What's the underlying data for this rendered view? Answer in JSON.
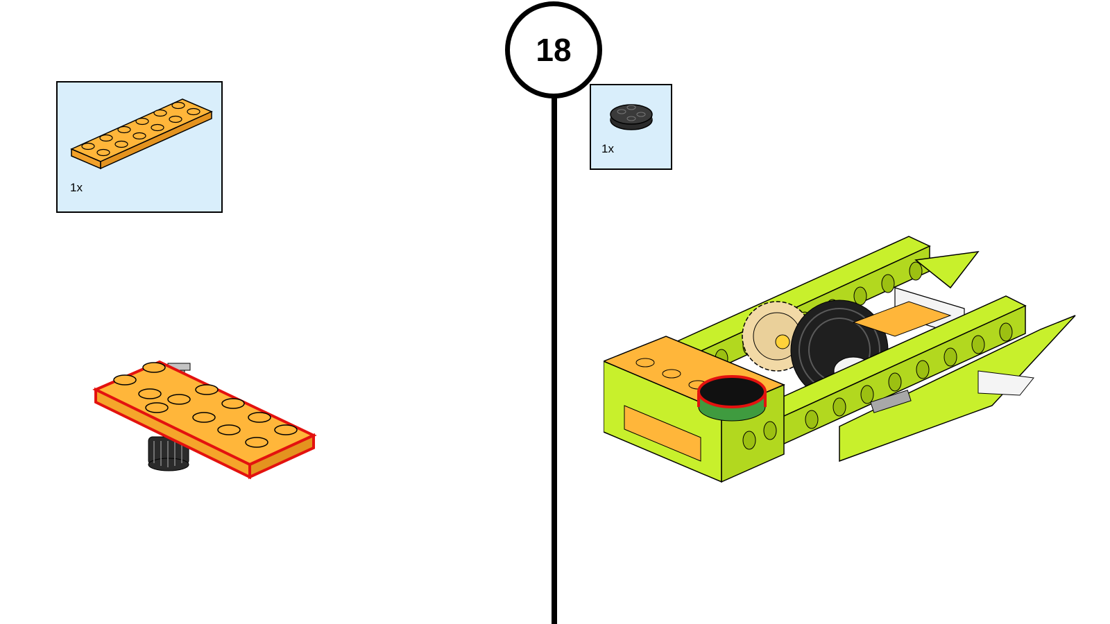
{
  "step": {
    "number": "18"
  },
  "parts_left": {
    "quantity": "1x",
    "part_icon": "orange-plate-2x6-icon"
  },
  "parts_right": {
    "quantity": "1x",
    "part_icon": "black-round-plate-icon"
  },
  "colors": {
    "part_box_bg": "#d9eefb",
    "orange_brick": "#ffb63a",
    "lime_beam": "#c8f02c",
    "highlight_outline": "#e3120f",
    "tire": "#1f1f1f",
    "gear": "#f2d9a6"
  }
}
